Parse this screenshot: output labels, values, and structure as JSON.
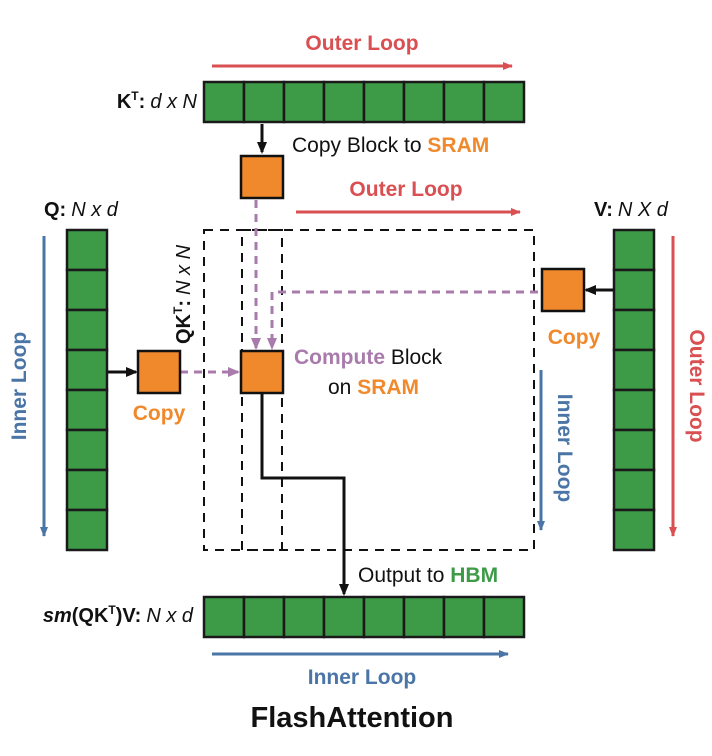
{
  "title": "FlashAttention",
  "matrices": {
    "kt": {
      "name_base": "K",
      "name_sup": "T",
      "name_colon": ":",
      "dims": "d x N",
      "blocks": 8
    },
    "q": {
      "name": "Q:",
      "dims": "N x d",
      "blocks": 8
    },
    "v": {
      "name": "V:",
      "dims": "N X d",
      "blocks": 8
    },
    "qkt": {
      "name_base": "QK",
      "name_sup": "T",
      "name_colon": ":",
      "dims": "N x N"
    },
    "out": {
      "name_fn": "sm",
      "name_open": "(QK",
      "name_sup": "T",
      "name_close": ")V:",
      "dims": "N x d",
      "blocks": 8
    }
  },
  "loops": {
    "top_outer": "Outer Loop",
    "mid_outer": "Outer Loop",
    "left_inner": "Inner Loop",
    "right_inner": "Inner Loop",
    "right_outer": "Outer Loop",
    "bottom_inner": "Inner Loop"
  },
  "annotations": {
    "copy_block_text": "Copy Block to ",
    "sram_1": "SRAM",
    "compute_word": "Compute",
    "block_word": " Block",
    "on_word": "on ",
    "sram_2": "SRAM",
    "copy_left": "Copy",
    "copy_right": "Copy",
    "output_text": "Output to ",
    "hbm": "HBM"
  },
  "colors": {
    "block_fill": "#3d9b48",
    "block_border": "#1a1a1a",
    "orange": "#f0892b",
    "red": "#d94f52",
    "blue": "#4a75a6",
    "purple": "#a97bac",
    "green_text": "#3d9b48",
    "black": "#111111"
  }
}
